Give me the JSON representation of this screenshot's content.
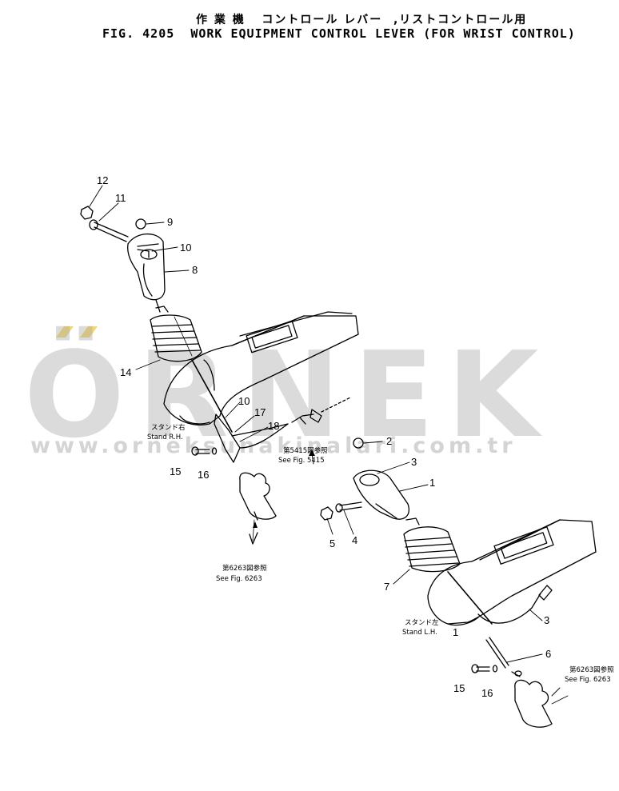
{
  "header": {
    "title_jp": "作 業 機   コントロール レバー  ,リストコントロール用",
    "title_en": "FIG. 4205  WORK EQUIPMENT CONTROL LEVER (FOR WRIST CONTROL)"
  },
  "watermark": {
    "brand": "ÖRNEK",
    "url": "www.orneksunakinalari.com.tr",
    "color": "#aaaaaa",
    "accent": "#f5d76e"
  },
  "notes": {
    "stand_rh_jp": "スタンド右",
    "stand_rh_en": "Stand R.H.",
    "stand_lh_jp": "スタンド左",
    "stand_lh_en": "Stand L.H.",
    "fig5415_jp": "第5415図参照",
    "fig5415_en": "See Fig. 5415",
    "fig6263_jp_a": "第6263図参照",
    "fig6263_en_a": "See Fig. 6263",
    "fig6263_jp_b": "第6263図参照",
    "fig6263_en_b": "See Fig. 6263"
  },
  "callouts": {
    "c12": "12",
    "c11": "11",
    "c9": "9",
    "c10a": "10",
    "c8": "8",
    "c14": "14",
    "c10b": "10",
    "c17": "17",
    "c18": "18",
    "c15a": "15",
    "c16a": "16",
    "c2": "2",
    "c3a": "3",
    "c1": "1",
    "c5": "5",
    "c4": "4",
    "c7": "7",
    "c3b": "3",
    "c1b": "1",
    "c6": "6",
    "c15b": "15",
    "c16b": "16"
  }
}
